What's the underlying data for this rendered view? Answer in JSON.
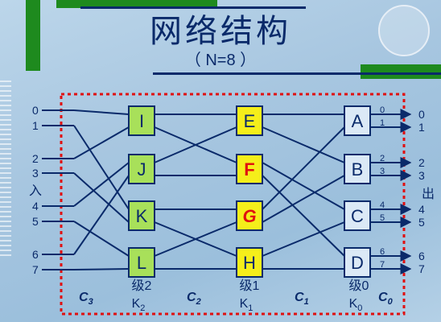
{
  "title": "网络结构",
  "subtitle": "（ N=8 ）",
  "input_label": "入",
  "output_label": "出",
  "left_numbers": [
    "0",
    "1",
    "2",
    "3",
    "4",
    "5",
    "6",
    "7"
  ],
  "right_numbers": [
    "0",
    "1",
    "2",
    "3",
    "4",
    "5",
    "6",
    "7"
  ],
  "port_numbers": [
    "0",
    "1",
    "2",
    "3",
    "4",
    "5",
    "6",
    "7"
  ],
  "stage2_switches": [
    "I",
    "J",
    "K",
    "L"
  ],
  "stage1_switches": [
    "E",
    "F",
    "G",
    "H"
  ],
  "stage0_switches": [
    "A",
    "B",
    "C",
    "D"
  ],
  "stage_labels": {
    "s2_line1": "级2",
    "s2_line2": "K",
    "s2_sub": "2",
    "s1_line1": "级1",
    "s1_line2": "K",
    "s1_sub": "1",
    "s0_line1": "级0",
    "s0_line2": "K",
    "s0_sub": "0"
  },
  "connection_labels": [
    {
      "main": "C",
      "sub": "3"
    },
    {
      "main": "C",
      "sub": "2"
    },
    {
      "main": "C",
      "sub": "1"
    },
    {
      "main": "C",
      "sub": "0"
    }
  ],
  "colors": {
    "green_switch": "#a8e05a",
    "yellow_switch": "#f5ee1a",
    "blue_switch": "#dbe9f6",
    "border_dotted": "#e01010",
    "line": "#0a2a6a",
    "highlight_text": "#e01010"
  }
}
